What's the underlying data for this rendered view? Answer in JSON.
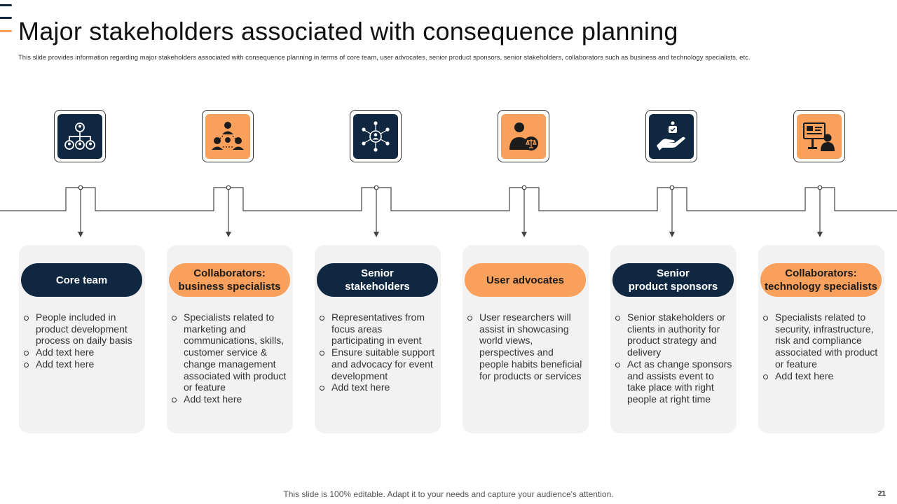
{
  "title": "Major stakeholders associated with consequence planning",
  "subtitle": "This slide provides information regarding major  stakeholders associated with consequence planning in terms of core team,  user advocates, senior product sponsors, senior stakeholders, collaborators such as business and technology specialists, etc.",
  "colors": {
    "navy": "#0f2740",
    "orange": "#f9a15c",
    "card": "#f2f2f2"
  },
  "stakeholders": [
    {
      "icon": "organization-chart-icon",
      "heading": "Core team",
      "bullets": [
        "People included in product development process on daily basis",
        "Add text here",
        "Add text here"
      ]
    },
    {
      "icon": "team-collaboration-icon",
      "heading": "Collaborators:\nbusiness specialists",
      "bullets": [
        "Specialists related to marketing and communications, skills, customer service & change management associated with product or feature",
        "Add text here"
      ]
    },
    {
      "icon": "stakeholder-network-icon",
      "heading": "Senior\nstakeholders",
      "bullets": [
        "Representatives from focus areas participating in event",
        "Ensure suitable support and advocacy for event development",
        "Add text here"
      ]
    },
    {
      "icon": "user-advocate-icon",
      "heading": "User advocates",
      "bullets": [
        "User researchers will assist in showcasing world views, perspectives and people habits beneficial for products or services"
      ]
    },
    {
      "icon": "hand-sponsor-icon",
      "heading": "Senior\nproduct sponsors",
      "bullets": [
        "Senior stakeholders or clients in authority for product strategy and delivery",
        "Act as change sponsors and assists event to take place with  right people at right time"
      ]
    },
    {
      "icon": "technology-presentation-icon",
      "heading": "Collaborators:\ntechnology specialists",
      "bullets": [
        "Specialists related to security, infrastructure, risk and compliance associated with product or feature",
        "Add text here"
      ]
    }
  ],
  "footer": "This slide is 100% editable. Adapt it to your needs and capture your audience's attention.",
  "page_number": "21"
}
